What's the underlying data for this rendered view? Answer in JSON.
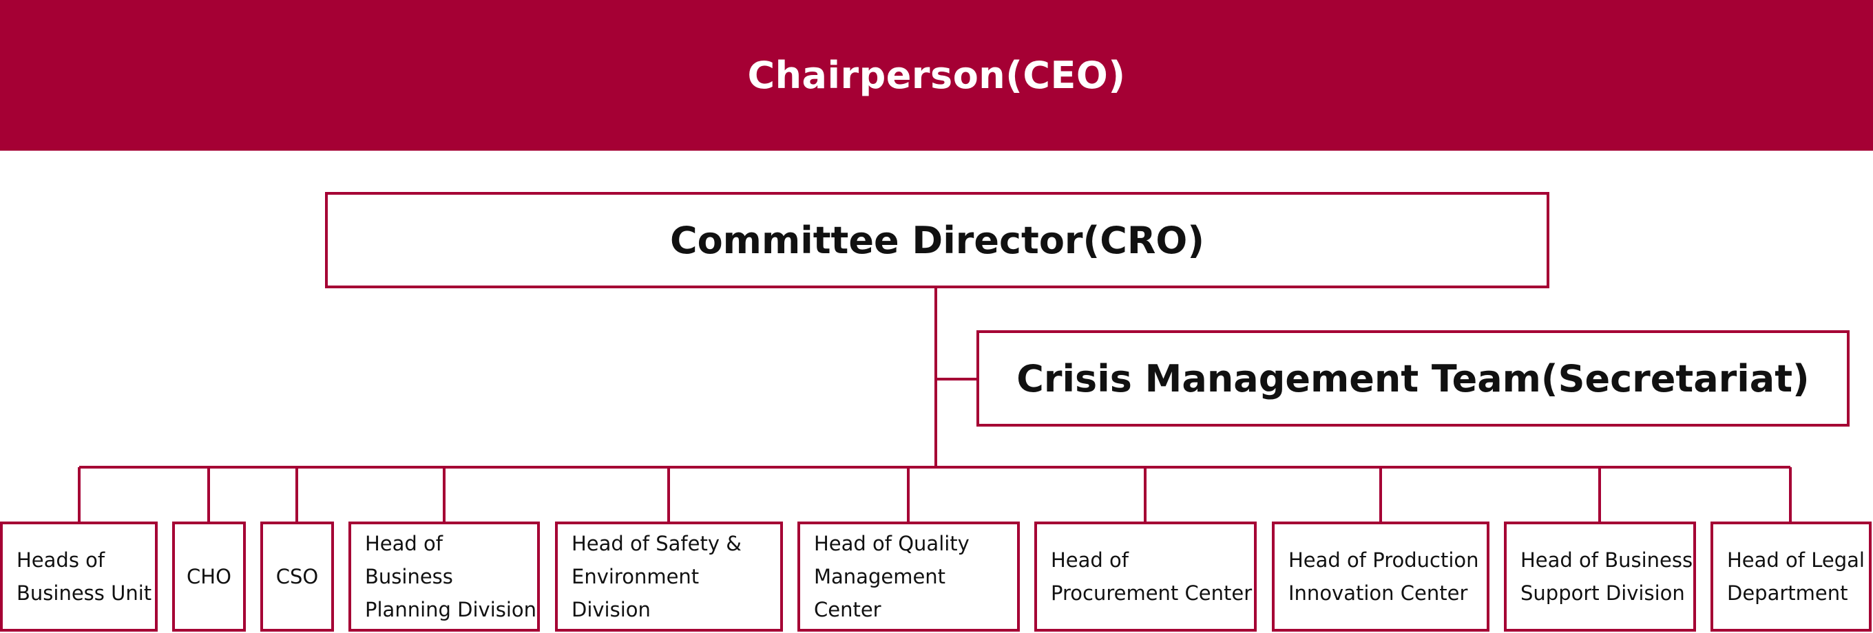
{
  "ceo": {
    "label": "Chairperson(CEO)"
  },
  "committee_director": {
    "label": "Committee Director(CRO)"
  },
  "secretariat": {
    "label": "Crisis Management Team(Secretariat)"
  },
  "members": [
    {
      "label": "Heads of\nBusiness Unit"
    },
    {
      "label": "CHO"
    },
    {
      "label": "CSO"
    },
    {
      "label": "Head of Business\nPlanning Division"
    },
    {
      "label": "Head of Safety &\nEnvironment Division"
    },
    {
      "label": "Head of Quality\nManagement Center"
    },
    {
      "label": "Head of\nProcurement Center"
    },
    {
      "label": "Head of Production\nInnovation Center"
    },
    {
      "label": "Head of Business\nSupport Division"
    },
    {
      "label": "Head of Legal\nDepartment"
    }
  ],
  "colors": {
    "accent": "#a50034",
    "text": "#111111",
    "background": "#ffffff"
  }
}
